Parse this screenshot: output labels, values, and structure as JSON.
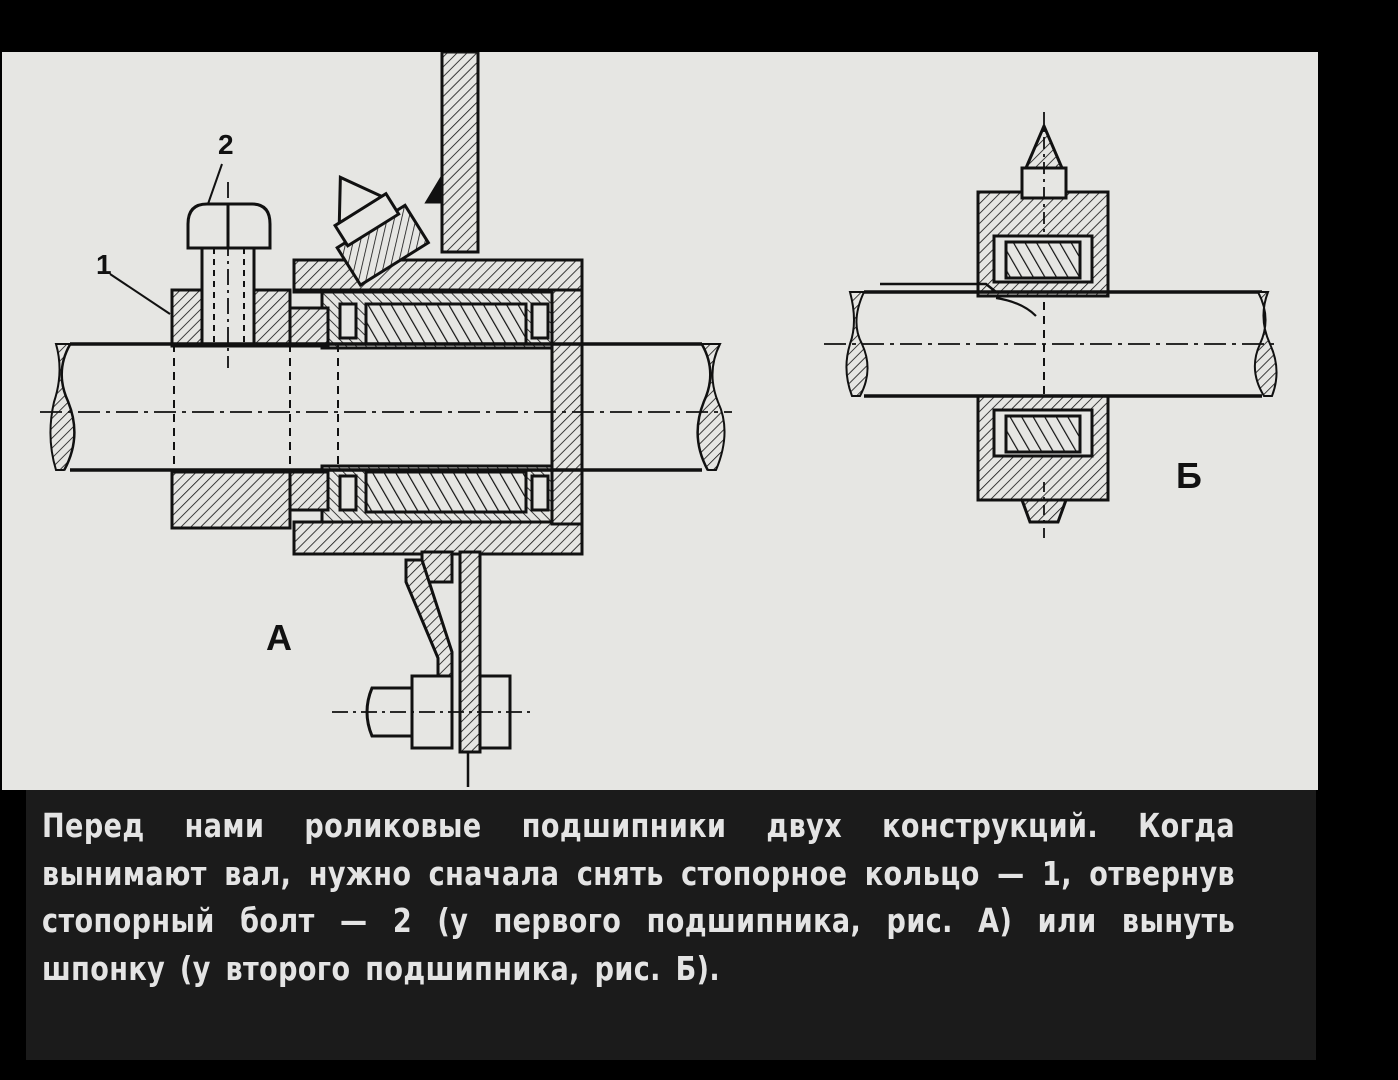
{
  "figure": {
    "labels": {
      "ring": "1",
      "bolt": "2",
      "fig_a": "А",
      "fig_b": "Б"
    },
    "colors": {
      "paper": "#e6e6e3",
      "ink": "#111111",
      "caption_bg": "#1b1b1b",
      "caption_text": "#e4e4e4"
    }
  },
  "caption": {
    "text": "Перед нами роликовые подшипники двух конструкций. Когда вынимают вал, нужно сначала снять стопорное кольцо — 1, отвернув стопорный болт — 2 (у первого подшипника, рис. А) или вынуть шпонку (у второго подшипника, рис. Б)."
  }
}
